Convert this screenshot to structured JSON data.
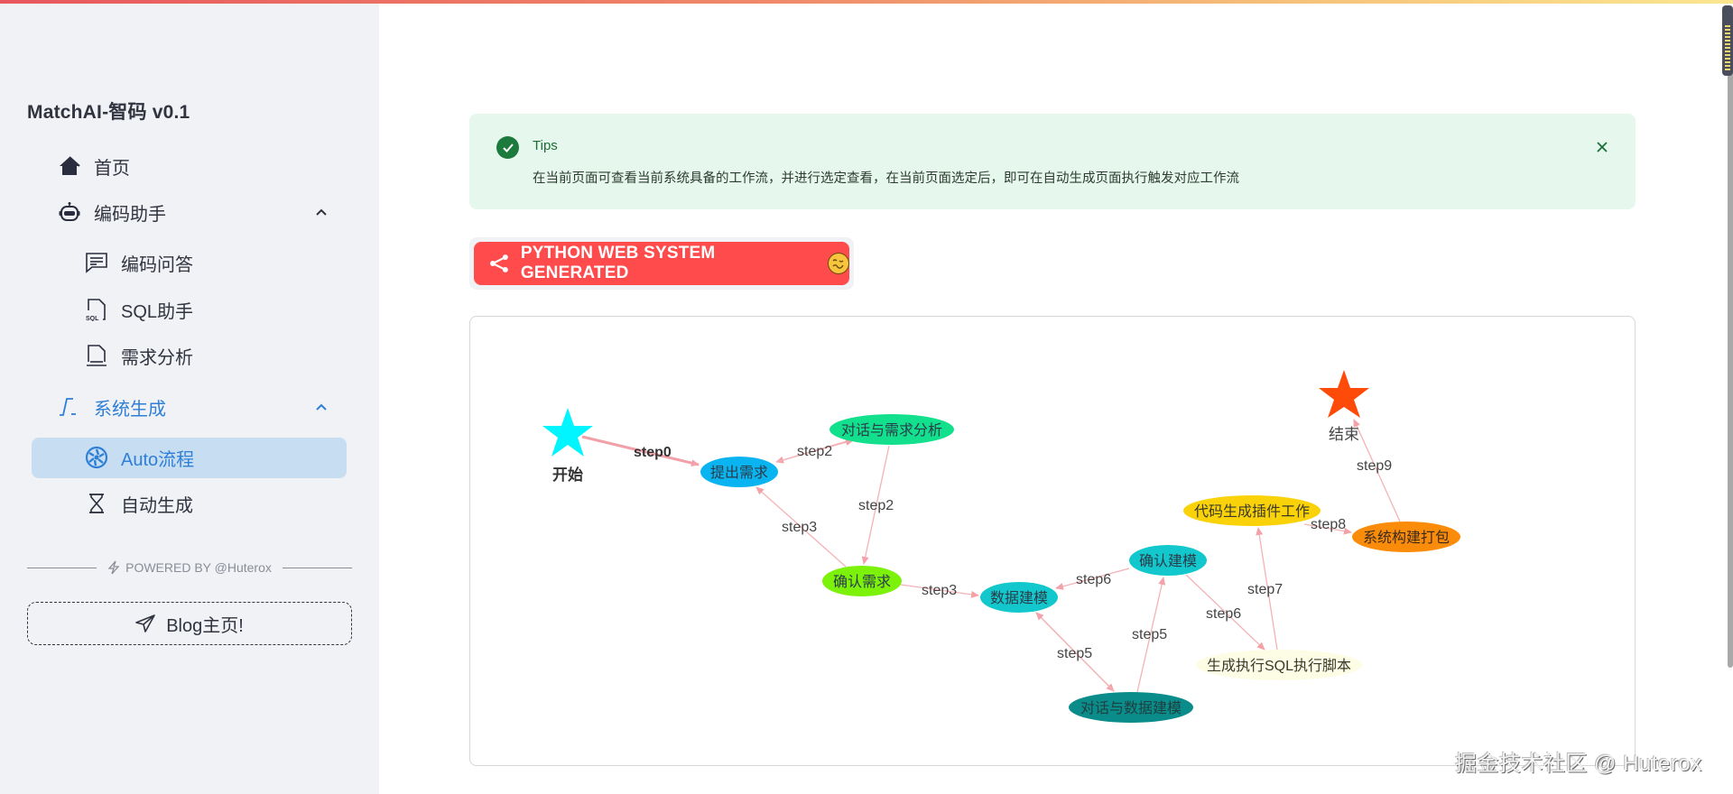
{
  "sidebar": {
    "brand": "MatchAI-智码 v0.1",
    "items": [
      {
        "label": "首页",
        "icon": "home-icon"
      },
      {
        "label": "编码助手",
        "icon": "robot-icon",
        "expanded": true
      },
      {
        "label": "编码问答",
        "icon": "chat-icon"
      },
      {
        "label": "SQL助手",
        "icon": "sql-file-icon"
      },
      {
        "label": "需求分析",
        "icon": "document-icon"
      },
      {
        "label": "系统生成",
        "icon": "flow-icon",
        "expanded": true
      },
      {
        "label": "Auto流程",
        "icon": "aperture-icon",
        "active": true
      },
      {
        "label": "自动生成",
        "icon": "hourglass-icon"
      }
    ],
    "powered_by": "POWERED BY @Huterox",
    "blog_button": "Blog主页!"
  },
  "tips": {
    "title": "Tips",
    "message": "在当前页面可查看当前系统具备的工作流，并进行选定查看，在当前页面选定后，即可在自动生成页面执行触发对应工作流"
  },
  "generate_button": {
    "label": "PYTHON WEB SYSTEM GENERATED",
    "icon": "share-icon",
    "emoji": "woozy-face"
  },
  "graph": {
    "nodes": [
      {
        "id": "start",
        "label": "开始",
        "shape": "star",
        "color": "#00f5ff"
      },
      {
        "id": "n1",
        "label": "提出需求",
        "color": "#0ab4f0"
      },
      {
        "id": "n2",
        "label": "对话与需求分析",
        "color": "#12e08c"
      },
      {
        "id": "n3",
        "label": "确认需求",
        "color": "#7cf20a"
      },
      {
        "id": "n4",
        "label": "数据建模",
        "color": "#12c8cc"
      },
      {
        "id": "n5",
        "label": "确认建模",
        "color": "#12c8cc"
      },
      {
        "id": "n6",
        "label": "对话与数据建模",
        "color": "#0a8c8a"
      },
      {
        "id": "n7",
        "label": "生成执行SQL执行脚本",
        "color": "#fdfde6"
      },
      {
        "id": "n8",
        "label": "代码生成插件工作",
        "color": "#fad20a"
      },
      {
        "id": "n9",
        "label": "系统构建打包",
        "color": "#fb8c0a"
      },
      {
        "id": "end",
        "label": "结束",
        "shape": "star",
        "color": "#ff4b0a"
      }
    ],
    "edges": [
      {
        "label": "step0"
      },
      {
        "label": "step2"
      },
      {
        "label": "step2"
      },
      {
        "label": "step3"
      },
      {
        "label": "step3"
      },
      {
        "label": "step5"
      },
      {
        "label": "step5"
      },
      {
        "label": "step6"
      },
      {
        "label": "step6"
      },
      {
        "label": "step7"
      },
      {
        "label": "step8"
      },
      {
        "label": "step9"
      }
    ]
  },
  "watermark": "掘金技术社区 @ Huterox"
}
